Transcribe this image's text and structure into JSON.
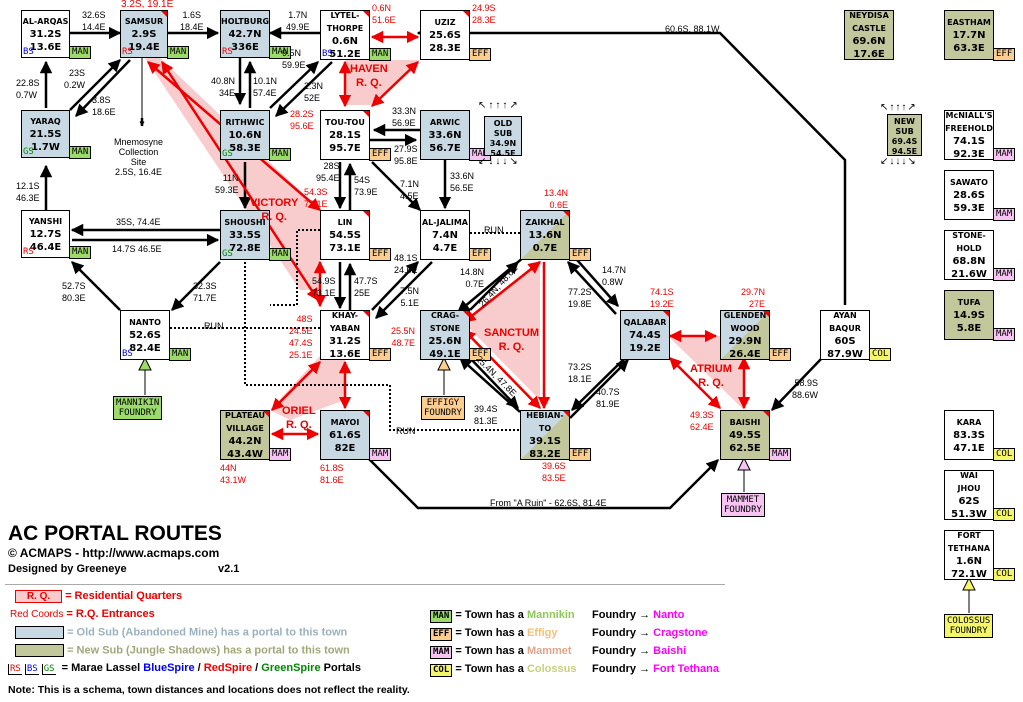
{
  "title": "AC PORTAL ROUTES",
  "copyright": "© ACMAPS - http://www.acmaps.com",
  "designer": "Designed by Greeneye",
  "version": "v2.1",
  "note": "Note: This is a schema, town distances and locations does not reflect the reality.",
  "towns": {
    "alarqas": {
      "name": [
        "AL-ARQAS"
      ],
      "lat": "31.2S",
      "lon": "13.6E",
      "spire": "BS",
      "foundry": "MAN"
    },
    "samsur": {
      "name": [
        "SAMSUR"
      ],
      "lat": "2.9S",
      "lon": "19.4E",
      "spire": "RS",
      "foundry": "MAN",
      "entrance": "3.2S, 19.1E"
    },
    "holtburg": {
      "name": [
        "HOLTBURG"
      ],
      "lat": "42.7N",
      "lon": "336E",
      "spire": "RS",
      "foundry": "MAN"
    },
    "lytelthorpe": {
      "name": [
        "LYTEL-",
        "THORPE"
      ],
      "lat": "0.6N",
      "lon": "51.2E",
      "spire": "BS",
      "foundry": "MAN",
      "entrance": [
        "0.6N",
        "51.6E"
      ]
    },
    "uziz": {
      "name": [
        "UZIZ"
      ],
      "lat": "25.6S",
      "lon": "28.3E",
      "foundry": "EFF",
      "entrance": [
        "24.9S",
        "28.3E"
      ]
    },
    "yaraq": {
      "name": [
        "YARAQ"
      ],
      "lat": "21.5S",
      "lon": "1.7W",
      "spire": "GS",
      "foundry": "MAN"
    },
    "rithwic": {
      "name": [
        "RITHWIC"
      ],
      "lat": "10.6N",
      "lon": "58.3E",
      "spire": "GS",
      "foundry": "MAN"
    },
    "toutou": {
      "name": [
        "TOU-TOU"
      ],
      "lat": "28.1S",
      "lon": "95.7E",
      "foundry": "EFF",
      "entrance": [
        "28.2S",
        "95.6E"
      ]
    },
    "arwic": {
      "name": [
        "ARWIC"
      ],
      "lat": "33.6N",
      "lon": "56.7E",
      "foundry": "MAM"
    },
    "yanshi": {
      "name": [
        "YANSHI"
      ],
      "lat": "12.7S",
      "lon": "46.4E",
      "spire": "RS",
      "foundry": "MAN"
    },
    "shoushi": {
      "name": [
        "SHOUSHI"
      ],
      "lat": "33.5S",
      "lon": "72.8E",
      "spire": "GS",
      "foundry": "MAN"
    },
    "lin": {
      "name": [
        "LIN"
      ],
      "lat": "54.5S",
      "lon": "73.1E",
      "foundry": "EFF",
      "entrance": [
        "54.3S",
        "73.1E"
      ]
    },
    "aljalima": {
      "name": [
        "AL-JALIMA"
      ],
      "lat": "7.4N",
      "lon": "4.7E",
      "foundry": "EFF"
    },
    "zaikhal": {
      "name": [
        "ZAIKHAL"
      ],
      "lat": "13.6N",
      "lon": "0.7E",
      "foundry": "EFF",
      "entrance": [
        "13.4N",
        "0.6E"
      ]
    },
    "nanto": {
      "name": [
        "NANTO"
      ],
      "lat": "52.6S",
      "lon": "82.4E",
      "spire": "BS",
      "foundry": "MAN"
    },
    "khayyaban": {
      "name": [
        "KHAY-",
        "YABAN"
      ],
      "lat": "31.2S",
      "lon": "13.6E",
      "foundry": "EFF",
      "entrance": [
        "48S",
        "24.5E",
        "47.4S",
        "25.1E"
      ]
    },
    "cragstone": {
      "name": [
        "CRAG-",
        "STONE"
      ],
      "lat": "25.6N",
      "lon": "49.1E",
      "foundry": "EFF",
      "entrance": [
        "25.5N",
        "48.7E"
      ]
    },
    "qalabar": {
      "name": [
        "QALABAR"
      ],
      "lat": "74.4S",
      "lon": "19.2E",
      "entrance": [
        "74.1S",
        "19.2E"
      ]
    },
    "glendenwood": {
      "name": [
        "GLENDEN",
        "WOOD"
      ],
      "lat": "29.9N",
      "lon": "26.4E",
      "foundry": "EFF",
      "entrance": [
        "29.7N",
        "27E"
      ]
    },
    "ayanbaqur": {
      "name": [
        "AYAN",
        "BAQUR"
      ],
      "lat": "60S",
      "lon": "87.9W",
      "foundry": "COL"
    },
    "plateau": {
      "name": [
        "PLATEAU",
        "VILLAGE"
      ],
      "lat": "44.2N",
      "lon": "43.4W",
      "foundry": "MAM",
      "entrance": [
        "44N",
        "43.1W"
      ]
    },
    "mayoi": {
      "name": [
        "MAYOI"
      ],
      "lat": "61.6S",
      "lon": "82E",
      "foundry": "MAM",
      "entrance": [
        "61.8S",
        "81.6E"
      ]
    },
    "hebianto": {
      "name": [
        "HEBIAN-",
        "TO"
      ],
      "lat": "39.1S",
      "lon": "83.2E",
      "foundry": "EFF",
      "entrance": [
        "39.6S",
        "83.5E"
      ]
    },
    "baishi": {
      "name": [
        "BAISHI"
      ],
      "lat": "49.5S",
      "lon": "62.5E",
      "foundry": "MAM",
      "entrance": [
        "49.3S",
        "62.4E"
      ]
    },
    "neydisa": {
      "name": [
        "NEYDISA",
        "CASTLE"
      ],
      "lat": "69.6N",
      "lon": "17.6E"
    },
    "eastham": {
      "name": [
        "EASTHAM"
      ],
      "lat": "17.7N",
      "lon": "63.3E",
      "foundry": "EFF"
    },
    "mcniall": {
      "name": [
        "McNIALL'S",
        "FREEHOLD"
      ],
      "lat": "74.1S",
      "lon": "92.3E",
      "foundry": "MAM"
    },
    "sawato": {
      "name": [
        "SAWATO"
      ],
      "lat": "28.6S",
      "lon": "59.3E",
      "foundry": "MAM"
    },
    "stonehold": {
      "name": [
        "STONE-",
        "HOLD"
      ],
      "lat": "68.8N",
      "lon": "21.6W",
      "foundry": "MAM"
    },
    "tufa": {
      "name": [
        "TUFA"
      ],
      "lat": "14.9S",
      "lon": "5.8E",
      "foundry": "MAM"
    },
    "kara": {
      "name": [
        "KARA"
      ],
      "lat": "83.3S",
      "lon": "47.1E",
      "foundry": "COL"
    },
    "waijhou": {
      "name": [
        "WAI",
        "JHOU"
      ],
      "lat": "62S",
      "lon": "51.3W",
      "foundry": "COL"
    },
    "forttethana": {
      "name": [
        "FORT",
        "TETHANA"
      ],
      "lat": "1.6N",
      "lon": "72.1W",
      "foundry": "COL"
    }
  },
  "subs": {
    "old": {
      "lines": [
        "OLD",
        "SUB",
        "34.9N",
        "54.5E"
      ]
    },
    "new": {
      "lines": [
        "NEW",
        "SUB",
        "69.4S",
        "94.5E"
      ]
    }
  },
  "foundries": {
    "mannikin": [
      "MANNIKIN",
      "FOUNDRY"
    ],
    "effigy": [
      "EFFIGY",
      "FOUNDRY"
    ],
    "mammet": [
      "MAMMET",
      "FOUNDRY"
    ],
    "colossus": [
      "COLOSSUS",
      "FOUNDRY"
    ]
  },
  "residential_quarters": {
    "haven": [
      "HAVEN",
      "R. Q."
    ],
    "victory": [
      "VICTORY",
      "R. Q."
    ],
    "sanctum": [
      "SANCTUM",
      "R. Q."
    ],
    "atrium": [
      "ATRIUM",
      "R. Q."
    ],
    "oriel": [
      "ORIEL",
      "R. Q."
    ]
  },
  "route_labels": {
    "alarqas_samsur": [
      "32.6S",
      "14.4E"
    ],
    "samsur_holtburg": [
      "1.6S",
      "18.4E"
    ],
    "lytel_holtburg": [
      "1.7N",
      "49.9E"
    ],
    "yaraq_alarqas": [
      "22.8S",
      "0.7W"
    ],
    "yaraq_samsur": [
      "23S",
      "0.2W"
    ],
    "samsur_yaraq": [
      "3.8S",
      "18.6E"
    ],
    "holtburg_rithwic": [
      "40.8N",
      "34E"
    ],
    "rithwic_holtburg": [
      "10.1N",
      "57.4E"
    ],
    "rithwic_lytel": [
      "9.5N",
      "59.9E"
    ],
    "lytel_rithwic": [
      "2.3N",
      "52E"
    ],
    "arwic_toutou": [
      "33.3N",
      "56.9E"
    ],
    "toutou_arwic": [
      "27.9S",
      "95.8E"
    ],
    "mnemosyne": [
      "Mnemosyne",
      "Collection",
      "Site",
      "2.5S, 16.4E"
    ],
    "yanshi_yaraq": [
      "12.1S",
      "46.3E"
    ],
    "rithwic_shoushi": [
      "11N",
      "59.3E"
    ],
    "toutou_lin": [
      "28S",
      "95.4E"
    ],
    "lin_toutou": [
      "54S",
      "73.9E"
    ],
    "toutou_aljalima": [
      "7.1N",
      "4.5E"
    ],
    "arwic_aljalima": [
      "33.6N",
      "56.5E"
    ],
    "shoushi_yanshi": "35S, 74.4E",
    "yanshi_shoushi": "14.7S 46.5E",
    "khay_aljalima": [
      "48.1S",
      "24.6E"
    ],
    "aljalima_khay": [
      "7.5N",
      "5.1E"
    ],
    "lin_khay": [
      "54.9S",
      "73.1E"
    ],
    "khay_lin": [
      "47.7S",
      "25E"
    ],
    "nanto_yanshi": [
      "52.7S",
      "80.3E"
    ],
    "shoushi_nanto": [
      "32.3S",
      "71.7E"
    ],
    "crag_zaikhal": [
      "14.8N",
      "0.7E"
    ],
    "zaikhal_crag": "26.4N, 48.6E",
    "zaikhal_qalabar": [
      "14.7N",
      "0.8W"
    ],
    "qalabar_zaikhal": [
      "77.2S",
      "19.8E"
    ],
    "crag_hebianto": "25.4N, 47.8E",
    "hebianto_crag": [
      "39.4S",
      "81.3E"
    ],
    "qalabar_hebianto": [
      "73.2S",
      "18.1E"
    ],
    "hebianto_qalabar": [
      "40.7S",
      "81.9E"
    ],
    "ayan_baishi": [
      "58.9S",
      "88.6W"
    ],
    "ayan_uziz": "60.6S, 88.1W",
    "aruin": "From \"A Ruin\" - 62.6S, 81.4E",
    "run": "RUN"
  },
  "legend": {
    "rq_box": "R. Q.",
    "rq_text": "= Residential Quarters",
    "red_coords": "Red Coords",
    "red_coords_text": "= R.Q. Entrances",
    "old_sub_text": "= Old Sub   (Abandoned Mine) has a portal to this town",
    "new_sub_text": "= New Sub (Jungle Shadows)  has a portal to this town",
    "spire_tags": [
      "RS",
      "BS",
      "GS"
    ],
    "spire_prefix": "= Marae Lassel",
    "spire_blue": "BlueSpire",
    "spire_red": "RedSpire",
    "spire_green": "GreenSpire",
    "spire_suffix": "Portals",
    "slash": "/",
    "foundry_rows": [
      {
        "tag": "MAN",
        "prefix": "= Town has a",
        "type": "Mannikin",
        "mid": "Foundry →",
        "dest": "Nanto"
      },
      {
        "tag": "EFF",
        "prefix": "= Town has a",
        "type": "Effigy",
        "mid": "Foundry →",
        "dest": "Cragstone"
      },
      {
        "tag": "MAM",
        "prefix": "= Town has a",
        "type": "Mammet",
        "mid": "Foundry →",
        "dest": "Baishi"
      },
      {
        "tag": "COL",
        "prefix": "= Town has a",
        "type": "Colossus",
        "mid": "Foundry →",
        "dest": "Fort Tethana"
      }
    ]
  },
  "colors": {
    "old_sub": "#c9d9e3",
    "new_sub": "#c2c89b",
    "rq_fill": "#f8cccc",
    "rq_red": "#ee0000",
    "man": "#9bdb6a",
    "eff": "#fbcd8f",
    "mam": "#f7c3f2",
    "col": "#f5f56a",
    "dest": "#ff00ff"
  }
}
